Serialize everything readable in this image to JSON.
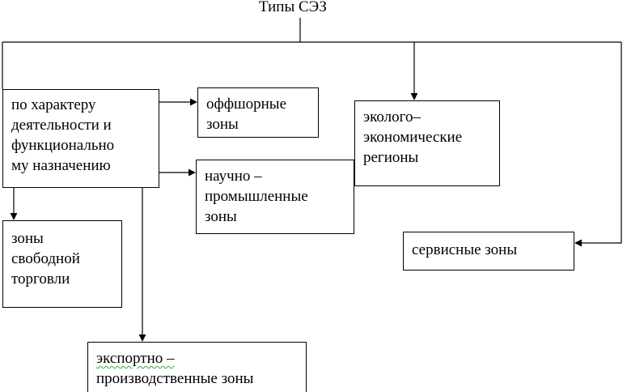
{
  "diagram": {
    "title": "Типы СЭЗ",
    "boxes": {
      "activity": [
        "по характеру",
        "деятельности и",
        "функционально",
        "му назначению"
      ],
      "offshore": [
        "оффшорные",
        "зоны"
      ],
      "science": [
        "научно –",
        "промышленные",
        "зоны"
      ],
      "eco": [
        "эколого–",
        "экономические",
        "регионы"
      ],
      "free_trade": [
        "зоны",
        "свободной",
        "торговли"
      ],
      "service": [
        "сервисные зоны"
      ],
      "export": [
        "экспортно –",
        "производственные зоны"
      ]
    }
  }
}
